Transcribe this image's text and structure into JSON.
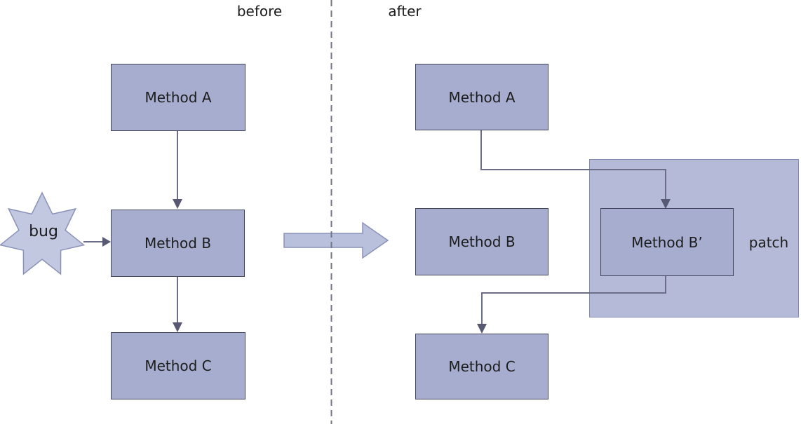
{
  "diagram": {
    "before": {
      "label": "before",
      "nodes": {
        "a": "Method A",
        "b": "Method B",
        "c": "Method C"
      },
      "bug_label": "bug",
      "flow": [
        "Method A -> Method B",
        "Method C <- Method B",
        "bug -> Method B"
      ]
    },
    "after": {
      "label": "after",
      "nodes": {
        "a": "Method A",
        "b": "Method B",
        "b_patched": "Method B’",
        "c": "Method C"
      },
      "patch_label": "patch",
      "flow": [
        "Method A -> Method B’",
        "Method B’ -> Method C"
      ]
    },
    "icons": {
      "bug": "7-point-star",
      "transform": "right-block-arrow",
      "divider": "vertical-dashed-line"
    },
    "colors": {
      "node_fill": "#a6adcf",
      "node_border": "#42455c",
      "patch_fill": "#b4bad8",
      "patch_border": "#8289b0",
      "star_fill": "#c3c8e1",
      "star_border": "#8a92b8",
      "block_arrow_fill": "#b9c0dc",
      "block_arrow_border": "#8a92b8",
      "connector": "#6b6e86",
      "arrowhead": "#575a72",
      "divider": "#74768c",
      "text": "#1c1c1c",
      "background": "#ffffff"
    }
  }
}
